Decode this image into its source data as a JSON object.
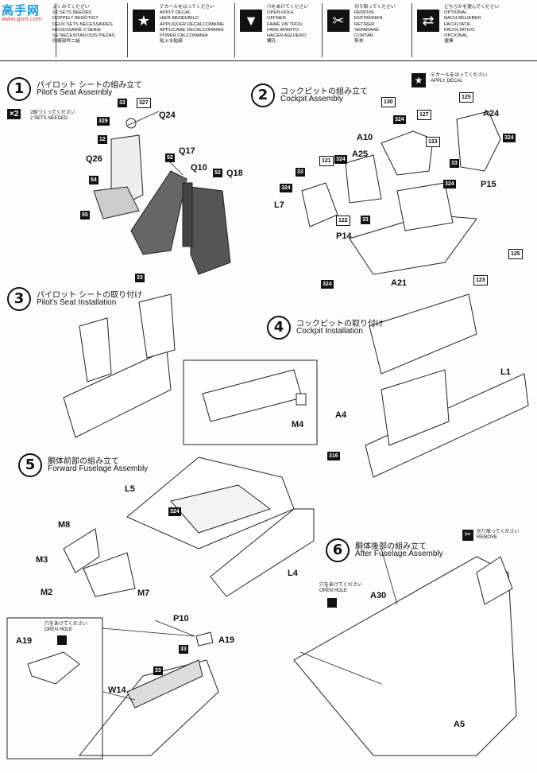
{
  "watermark": {
    "main": "高手网",
    "sub": "www.gsm.com"
  },
  "legend": [
    {
      "icon_name": "scissors-icon",
      "lines": "よくみてください\nX2 SETS NEEDED\nDOPPELT BENÖTIGT\nDEUX SETS NECESSAIRES\nNECESSARIE 2 SERIE\nSE NECESITAN DOS PIEZAS\n同樣部件二組"
    },
    {
      "icon_name": "star-icon",
      "lines": "デカールをはってください\nAPPLY DECAL\nHIER ABZIEHBILD\nAPPLIQUER DECALCOMANIE\nAPPLICARE DECALCOMANIA\nPONER CALCOMANIA\n貼上水貼紙"
    },
    {
      "icon_name": "drill-icon",
      "lines": "穴をあけてください\nOPEN HOLE\nOFFNEN\nFAIRE UN TROU\nFARE APERTO\nHACER AGUJERO\n鑽孔"
    },
    {
      "icon_name": "cut-icon",
      "lines": "切り取ってください\nREMOVE\nENTFERNEN\nRETIRER\nSEPARARE\nCORTAR\n剪去"
    },
    {
      "icon_name": "arrows-icon",
      "lines": "どちらかを選んでください\nOPTIONAL\nNACH BELIEBEN\nFACULTATIF\nFACOLTATIVO\nOPCIONAL\n選擇"
    }
  ],
  "steps": [
    {
      "num": "1",
      "jp": "パイロット シートの組み立て",
      "en": "Pilot's Seat Assembly"
    },
    {
      "num": "2",
      "jp": "コックピットの組み立て",
      "en": "Cockpit Assembly"
    },
    {
      "num": "3",
      "jp": "パイロット シートの取り付け",
      "en": "Pilot's Seat Installation"
    },
    {
      "num": "4",
      "jp": "コックピットの取り付け",
      "en": "Cockpit Installation"
    },
    {
      "num": "5",
      "jp": "胴体前部の組み立て",
      "en": "Forward Fuselage Assembly"
    },
    {
      "num": "6",
      "jp": "胴体後部の組み立て",
      "en": "After Fuselage Assembly"
    }
  ],
  "step1": {
    "x2_label": "×2",
    "x2_note": "2組つくってください\n2 SETS NEEDED",
    "parts": [
      "Q24",
      "Q26",
      "Q17",
      "Q10",
      "Q18"
    ],
    "numbers": [
      "33",
      "327",
      "329",
      "12",
      "54",
      "52",
      "52",
      "55",
      "33"
    ]
  },
  "step2": {
    "decal_note": "デカールをはってください\nAPPLY DECAL",
    "parts": [
      "A10",
      "A24",
      "A25",
      "P15",
      "L7",
      "P14",
      "A21"
    ],
    "numbers": [
      "125",
      "130",
      "324",
      "127",
      "123",
      "33",
      "121",
      "324",
      "324",
      "33",
      "324",
      "122",
      "33",
      "125",
      "324",
      "123",
      "324"
    ]
  },
  "step4": {
    "parts": [
      "L1",
      "A4"
    ],
    "numbers": [
      "316"
    ]
  },
  "step5": {
    "parts": [
      "M4",
      "L5",
      "M8",
      "M3",
      "M2",
      "M7",
      "L4",
      "P10",
      "A19",
      "A19",
      "W14"
    ],
    "numbers": [
      "324",
      "33",
      "33"
    ],
    "open_hole": "穴をあけてください\nOPEN HOLE",
    "open_hole2": "穴をあけてください\nOPEN HOLE"
  },
  "step6": {
    "parts": [
      "A30",
      "A5"
    ],
    "remove_note": "切り取ってください\nREMOVE"
  }
}
